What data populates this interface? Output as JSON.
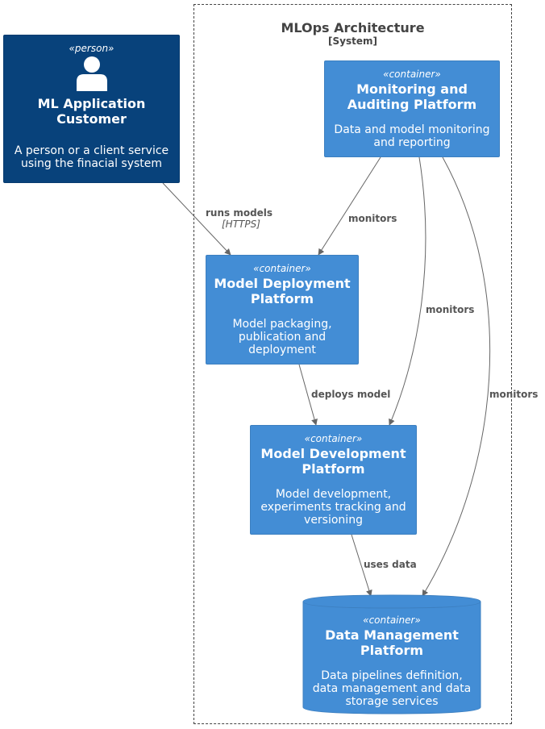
{
  "boundary": {
    "title": "MLOps Architecture",
    "type": "[System]"
  },
  "person": {
    "stereotype": "«person»",
    "title": "ML Application Customer",
    "description": "A person or a client service using the finacial system"
  },
  "monitoring": {
    "stereotype": "«container»",
    "title": "Monitoring and Auditing Platform",
    "description": "Data and model monitoring and reporting"
  },
  "deployment": {
    "stereotype": "«container»",
    "title": "Model Deployment Platform",
    "description": "Model packaging, publication and deployment"
  },
  "development": {
    "stereotype": "«container»",
    "title": "Model Development Platform",
    "description": "Model development, experiments tracking and versioning"
  },
  "data_mgmt": {
    "stereotype": "«container»",
    "title": "Data Management Platform",
    "description": "Data pipelines definition, data management and data storage services"
  },
  "edges": {
    "runs_models": "runs models",
    "runs_models_tech": "[HTTPS]",
    "monitors_1": "monitors",
    "monitors_2": "monitors",
    "monitors_3": "monitors",
    "deploys_model": "deploys model",
    "uses_data": "uses data"
  },
  "colors": {
    "person": "#08427b",
    "container": "#438dd5",
    "edge": "#666666"
  }
}
